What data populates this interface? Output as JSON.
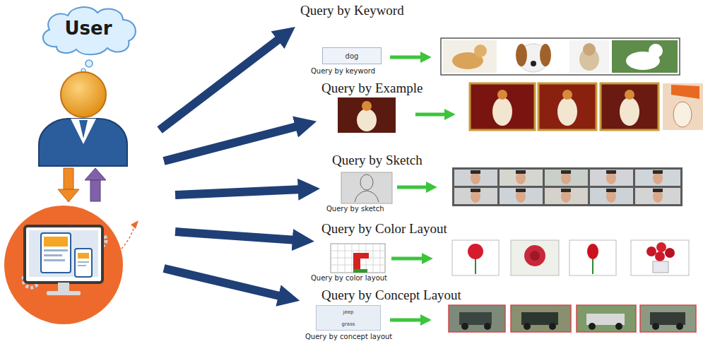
{
  "diagram": {
    "nodes": [
      {
        "text": [
          "User"
        ]
      },
      {
        "text": [
          "dog"
        ]
      },
      {
        "text": [
          "jeep",
          "grass"
        ]
      }
    ],
    "labels": [
      "Query by Keyword",
      "Query by keyword",
      "Query by Example",
      "Query by Sketch",
      "Query by sketch",
      "Query by Color Layout",
      "Query by color layout",
      "Query by Concept Layout",
      "Query by concept layout"
    ]
  }
}
